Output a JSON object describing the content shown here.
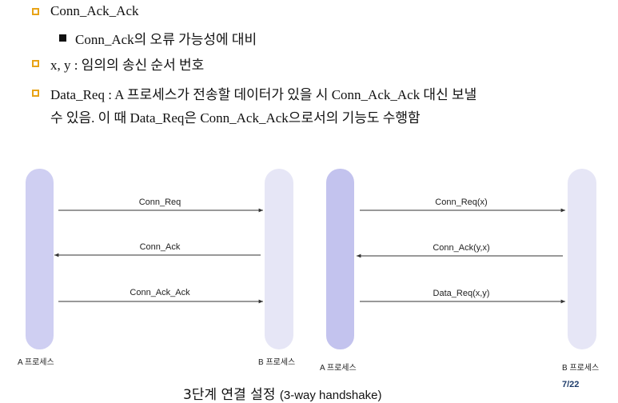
{
  "bullets": [
    {
      "text": "Conn_Ack_Ack"
    },
    {
      "text": "Conn_Ack의 오류 가능성에 대비"
    },
    {
      "text": "x, y : 임의의 송신 순서 번호"
    },
    {
      "text": "Data_Req : A 프로세스가 전송할 데이터가 있을 시 Conn_Ack_Ack 대신 보낼"
    },
    {
      "text": "수 있음. 이 때 Data_Req은 Conn_Ack_Ack으로서의 기능도 수행함"
    }
  ],
  "diagrams": [
    {
      "left_label": "A 프로세스",
      "right_label": "B 프로세스",
      "messages": [
        {
          "label": "Conn_Req",
          "direction": "right"
        },
        {
          "label": "Conn_Ack",
          "direction": "left"
        },
        {
          "label": "Conn_Ack_Ack",
          "direction": "right"
        }
      ]
    },
    {
      "left_label": "A 프로세스",
      "right_label": "B 프로세스",
      "messages": [
        {
          "label": "Conn_Req(x)",
          "direction": "right"
        },
        {
          "label": "Conn_Ack(y,x)",
          "direction": "left"
        },
        {
          "label": "Data_Req(x,y)",
          "direction": "right"
        }
      ]
    }
  ],
  "caption": {
    "main": "3단계 연결 설정 ",
    "paren": "(3-way handshake)"
  },
  "page_number": "7/22",
  "colors": {
    "bar_left_1": "#cfcff2",
    "bar_right": "#e6e6f6",
    "bar_left_2": "#c3c3ee",
    "accent_bullet": "#e8a317",
    "page_number": "#1f3d6b"
  }
}
